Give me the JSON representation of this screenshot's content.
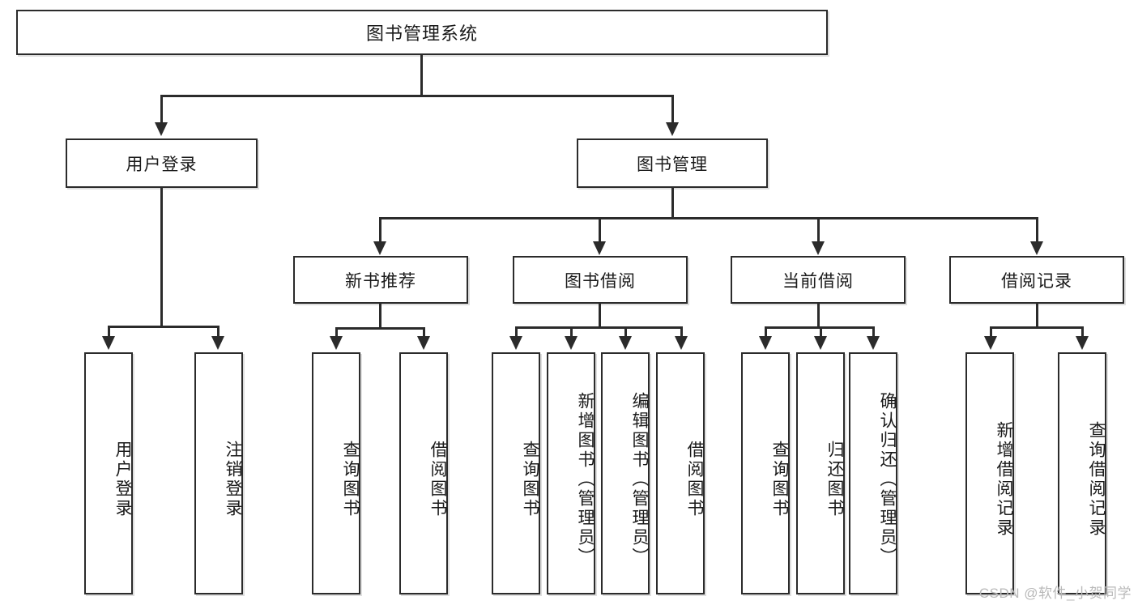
{
  "diagram": {
    "title": "图书管理系统",
    "root": {
      "label": "图书管理系统"
    },
    "level1": [
      {
        "label": "用户登录"
      },
      {
        "label": "图书管理"
      }
    ],
    "level2": [
      {
        "label": "新书推荐"
      },
      {
        "label": "图书借阅"
      },
      {
        "label": "当前借阅"
      },
      {
        "label": "借阅记录"
      }
    ],
    "leaves_user_login": [
      {
        "label": "用户登录"
      },
      {
        "label": "注销登录"
      }
    ],
    "leaves_new_book": [
      {
        "label": "查询图书"
      },
      {
        "label": "借阅图书"
      }
    ],
    "leaves_borrow": [
      {
        "label": "查询图书"
      },
      {
        "label": "新增图书（管理员）"
      },
      {
        "label": "编辑图书（管理员）"
      },
      {
        "label": "借阅图书"
      }
    ],
    "leaves_current": [
      {
        "label": "查询图书"
      },
      {
        "label": "归还图书"
      },
      {
        "label": "确认归还（管理员）"
      }
    ],
    "leaves_record": [
      {
        "label": "新增借阅记录"
      },
      {
        "label": "查询借阅记录"
      }
    ],
    "watermark": "CSDN @软件_小贺同学",
    "colors": {
      "stroke": "#2b2b2b",
      "fill": "#ffffff",
      "text": "#1a1a1a",
      "watermark": "#b9b9b9"
    }
  }
}
